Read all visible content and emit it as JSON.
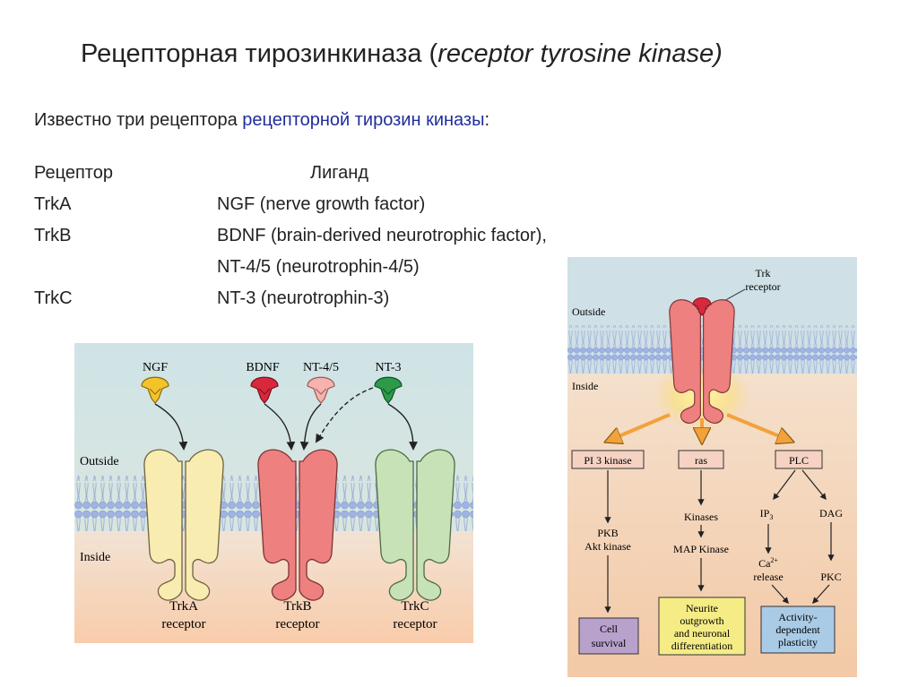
{
  "title": {
    "main": "Рецепторная тирозинкиназа (",
    "italic": "receptor tyrosine kinase)"
  },
  "intro": {
    "before": "Известно три рецептора ",
    "highlight": "рецепторной тирозин киназы",
    "after": ":"
  },
  "table": {
    "header_receptor": "Рецептор",
    "header_ligand": "Лиганд",
    "rows": [
      {
        "receptor": "TrkA",
        "ligand": "NGF (nerve growth factor)"
      },
      {
        "receptor": "TrkB",
        "ligand": "BDNF (brain-derived neurotrophic factor),"
      },
      {
        "receptor": "",
        "ligand": "NT-4/5 (neurotrophin-4/5)"
      },
      {
        "receptor": "TrkC",
        "ligand": "NT-3 (neurotrophin-3)"
      }
    ]
  },
  "figure_left": {
    "ligands": [
      "NGF",
      "BDNF",
      "NT-4/5",
      "NT-3"
    ],
    "outside": "Outside",
    "inside": "Inside",
    "receptors": [
      {
        "name": "TrkA",
        "word": "receptor"
      },
      {
        "name": "TrkB",
        "word": "receptor"
      },
      {
        "name": "TrkC",
        "word": "receptor"
      }
    ],
    "colors": {
      "trka": "#f8ecb0",
      "trkb": "#ee8080",
      "trkc": "#c6e2b6",
      "ngf": "#f4c32a",
      "bdnf": "#d8283c",
      "nt45": "#f6b2ae",
      "nt3": "#2c9a48"
    }
  },
  "figure_right": {
    "trk_label_1": "Trk",
    "trk_label_2": "receptor",
    "outside": "Outside",
    "inside": "Inside",
    "boxes": {
      "pi3k": "PI 3 kinase",
      "ras": "ras",
      "plc": "PLC"
    },
    "pkb_1": "PKB",
    "pkb_2": "Akt kinase",
    "kinases": "Kinases",
    "map_kinase": "MAP Kinase",
    "ip3": "IP",
    "ip3_sub": "3",
    "dag": "DAG",
    "ca_1": "Ca",
    "ca_sup": "2+",
    "ca_2": "release",
    "pkc": "PKC",
    "cell_survival": [
      "Cell",
      "survival"
    ],
    "neurite": [
      "Neurite",
      "outgrowth",
      "and neuronal",
      "differentiation"
    ],
    "activity": [
      "Activity-",
      "dependent",
      "plasticity"
    ]
  }
}
